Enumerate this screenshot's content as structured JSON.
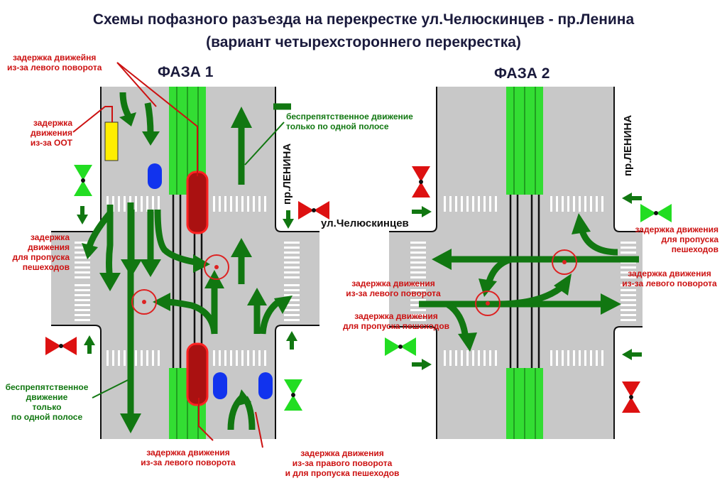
{
  "title": {
    "line1": "Схемы пофазного разъезда на перекрестке  ул.Челюскинцев - пр.Ленина",
    "line2": "(вариант   четырехстороннего   перекрестка)"
  },
  "phase1": {
    "label": "ФАЗА 1",
    "street_vertical": "пр.ЛЕНИНА",
    "street_horizontal": "ул.Челюскинцев",
    "notes": {
      "left_turn_top": "задержка движейня\nиз-за левого поворота",
      "oot": "задержка движения\nиз-за ООТ",
      "free_one_lane_top": "беспрепятственное движение\nтолько по одной полосе",
      "pedestrian_left": "задержка\nдвижения\nдля пропуска\nпешеходов",
      "free_one_lane_bottom": "беспрепятственное\nдвижение\nтолько\nпо одной полосе",
      "left_turn_bottom": "задержка движения\nиз-за левого поворота",
      "right_turn_bottom": "задержка движения\nиз-за правого поворота\nи  для пропуска  пешеходов"
    }
  },
  "phase2": {
    "label": "ФАЗА 2",
    "street_vertical": "пр.ЛЕНИНА",
    "notes": {
      "pedestrian_right": "задержка движения\nдля пропуска\nпешеходов",
      "left_turn_right": "задержка движения\nиз-за левого поворота",
      "left_turn_left": "задержка движения\nиз-за левого поворота",
      "pedestrian_left": "задержка движения\nдля пропуска пешеходов"
    }
  },
  "colors": {
    "road": "#c8c8c8",
    "tram": "#33dd33",
    "arrow": "#117711",
    "signal_green": "#22dd22",
    "signal_red": "#dd1111",
    "delay_note": "#cc1111",
    "free_note": "#117711"
  }
}
